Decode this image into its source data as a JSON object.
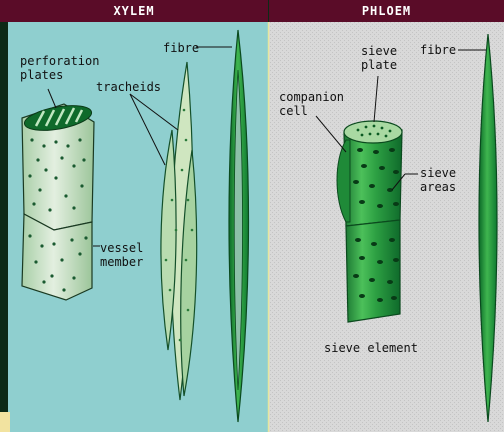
{
  "xylem": {
    "title": "XYLEM",
    "labels": {
      "perforation_plates_1": "perforation",
      "perforation_plates_2": "plates",
      "tracheids": "tracheids",
      "fibre": "fibre",
      "vessel_member_1": "vessel",
      "vessel_member_2": "member"
    }
  },
  "phloem": {
    "title": "PHLOEM",
    "labels": {
      "sieve_plate_1": "sieve",
      "sieve_plate_2": "plate",
      "companion_cell_1": "companion",
      "companion_cell_2": "cell",
      "fibre": "fibre",
      "sieve_areas_1": "sieve",
      "sieve_areas_2": "areas",
      "sieve_element": "sieve element"
    }
  },
  "colors": {
    "header_bg": "#5a0c28",
    "xylem_bg": "#8fcfcf",
    "phloem_bg": "#d6d6d6",
    "cell_green": "#2e9a42",
    "dark_green": "#0b5a22"
  }
}
